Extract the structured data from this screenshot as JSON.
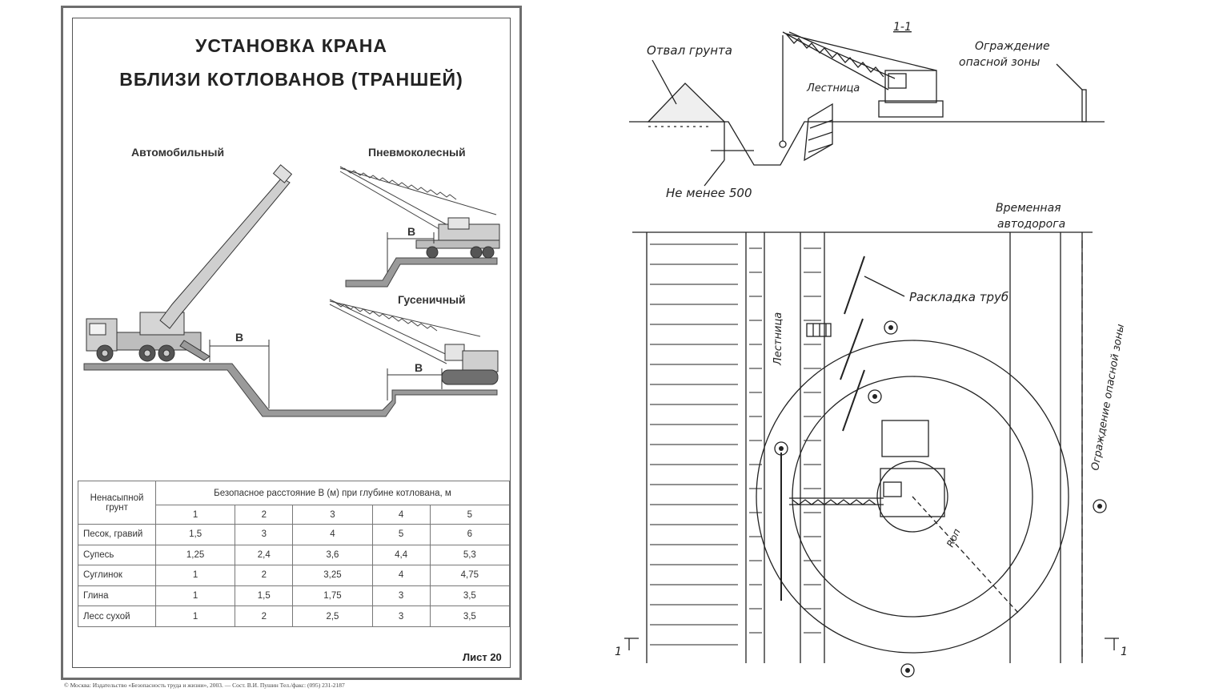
{
  "poster": {
    "title_line1": "УСТАНОВКА КРАНА",
    "title_line2": "ВБЛИЗИ КОТЛОВАНОВ (ТРАНШЕЙ)",
    "labels": {
      "truck_crane": "Автомобильный",
      "pneumatic_crane": "Пневмоколесный",
      "crawler_crane": "Гусеничный",
      "distance_b": "В"
    },
    "table": {
      "soil_header": "Ненасыпной грунт",
      "distance_header": "Безопасное расстояние В (м) при глубине котлована, м",
      "depths": [
        "1",
        "2",
        "3",
        "4",
        "5"
      ],
      "rows": [
        {
          "soil": "Песок, гравий",
          "values": [
            "1,5",
            "3",
            "4",
            "5",
            "6"
          ]
        },
        {
          "soil": "Супесь",
          "values": [
            "1,25",
            "2,4",
            "3,6",
            "4,4",
            "5,3"
          ]
        },
        {
          "soil": "Суглинок",
          "values": [
            "1",
            "2",
            "3,25",
            "4",
            "4,75"
          ]
        },
        {
          "soil": "Глина",
          "values": [
            "1",
            "1,5",
            "1,75",
            "3",
            "3,5"
          ]
        },
        {
          "soil": "Лесс сухой",
          "values": [
            "1",
            "2",
            "2,5",
            "3",
            "3,5"
          ]
        }
      ]
    },
    "sheet": "Лист 20",
    "copyright": "© Москва: Издательство «Безопасность труда и жизни», 2003. — Сост. В.И. Пушин        Тел./факс: (095) 231-2187"
  },
  "drawing": {
    "section_label": "1-1",
    "spoil_pile": "Отвал грунта",
    "danger_fence_line1": "Ограждение",
    "danger_fence_line2": "опасной  зоны",
    "ladder": "Лестница",
    "min_distance": "Не менее 500",
    "temp_road_line1": "Временная",
    "temp_road_line2": "автодорога",
    "pipe_layout": "Раскладка  труб",
    "ladder_plan": "Лестница",
    "danger_zone_fence": "Ограждение опасной зоны",
    "radius_label": "Rоп",
    "section_mark_left": "1",
    "section_mark_right": "1"
  }
}
